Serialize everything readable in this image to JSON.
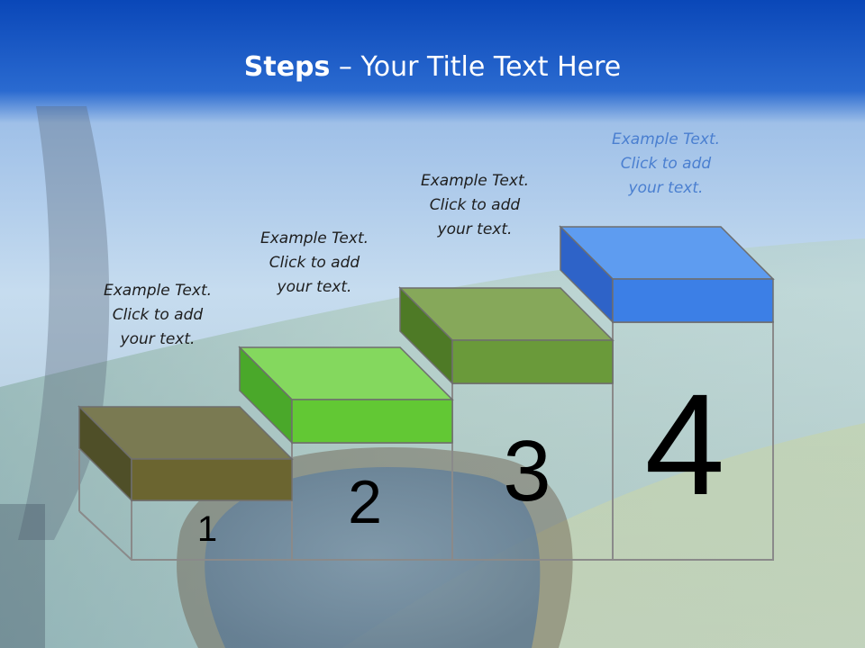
{
  "title": {
    "bold": "Steps",
    "rest": " – Your Title Text Here"
  },
  "steps": [
    {
      "number": "1",
      "text": [
        "Example Text.",
        "Click  to add",
        "your text."
      ],
      "color_top": "#7a7a52",
      "color_front": "#6b6530",
      "color_side": "#4f4f28"
    },
    {
      "number": "2",
      "text": [
        "Example Text.",
        "Click  to add",
        "your text."
      ],
      "color_top": "#84d85e",
      "color_front": "#62c834",
      "color_side": "#4aa82a"
    },
    {
      "number": "3",
      "text": [
        "Example Text.",
        "Click  to add",
        "your text."
      ],
      "color_top": "#86a85a",
      "color_front": "#6a9a3a",
      "color_side": "#4e7a26"
    },
    {
      "number": "4",
      "text": [
        "Example Text.",
        "Click  to add",
        "your text."
      ],
      "color_top": "#5e9cf0",
      "color_front": "#3c7fe6",
      "color_side": "#2e63c8"
    }
  ]
}
